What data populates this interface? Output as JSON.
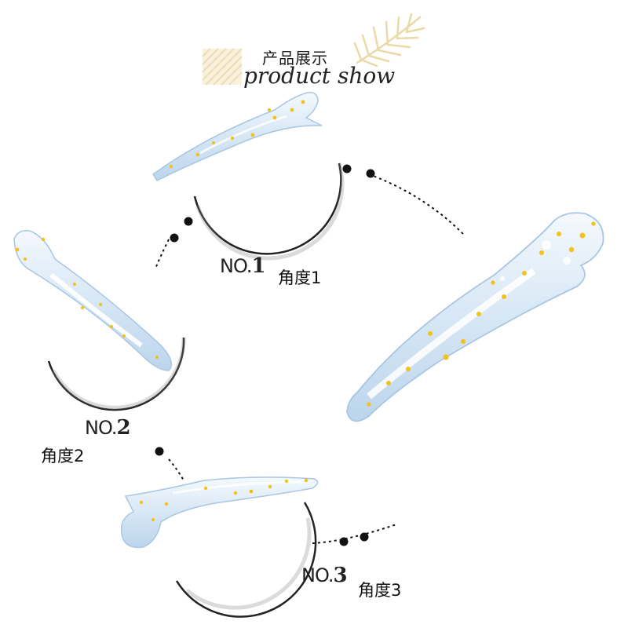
{
  "header": {
    "title_cn": "产品展示",
    "title_en": "product show"
  },
  "views": [
    {
      "prefix": "NO.",
      "digit": "1",
      "label": "角度1"
    },
    {
      "prefix": "NO.",
      "digit": "2",
      "label": "角度2"
    },
    {
      "prefix": "NO.",
      "digit": "3",
      "label": "角度3"
    }
  ],
  "colors": {
    "clip_body": "#dbe9f6",
    "clip_edge": "#a9c6e3",
    "glitter": "#f2c21a",
    "dot": "#111111",
    "leaf": "#f0dfb4"
  }
}
